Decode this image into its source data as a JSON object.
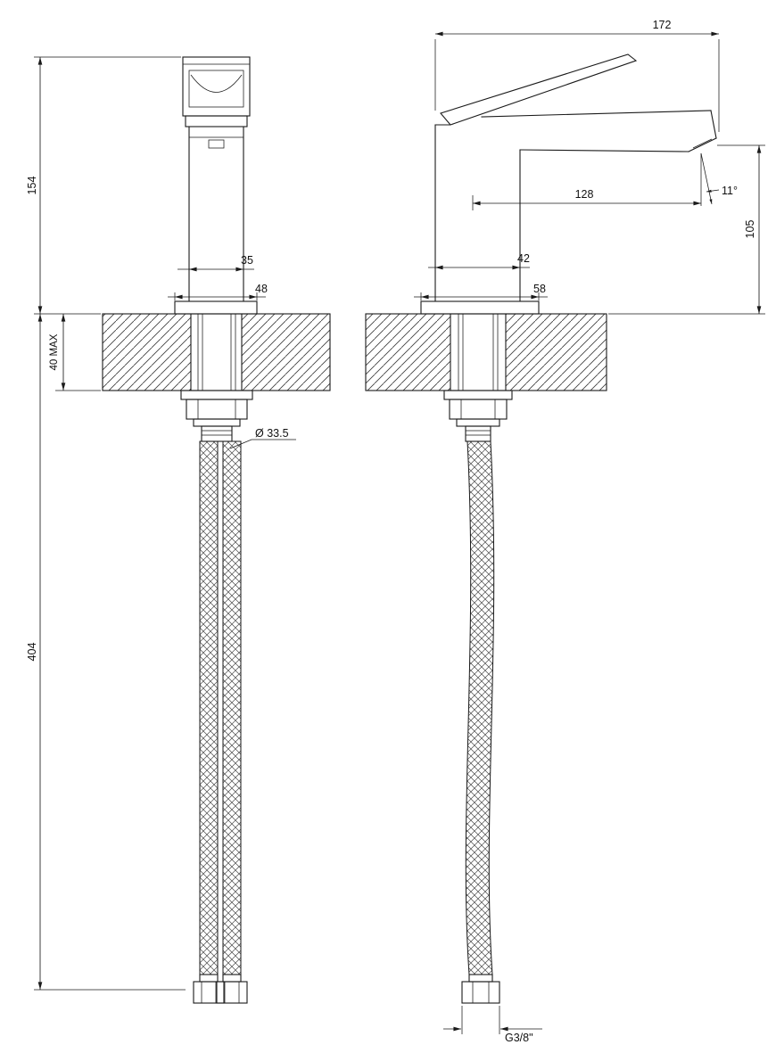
{
  "drawing": {
    "colors": {
      "line": "#1a1a1a",
      "background": "#ffffff"
    },
    "dimensions": {
      "height_above_deck": "154",
      "hose_length": "404",
      "deck_thickness_max": "40 MAX",
      "body_width": "35",
      "base_width": "48",
      "hole_diameter": "Ø 33.5",
      "overall_depth": "172",
      "spout_reach": "128",
      "stream_angle": "11°",
      "spout_height": "105",
      "body_depth": "42",
      "base_depth": "58",
      "supply_connection": "G3/8\""
    }
  }
}
